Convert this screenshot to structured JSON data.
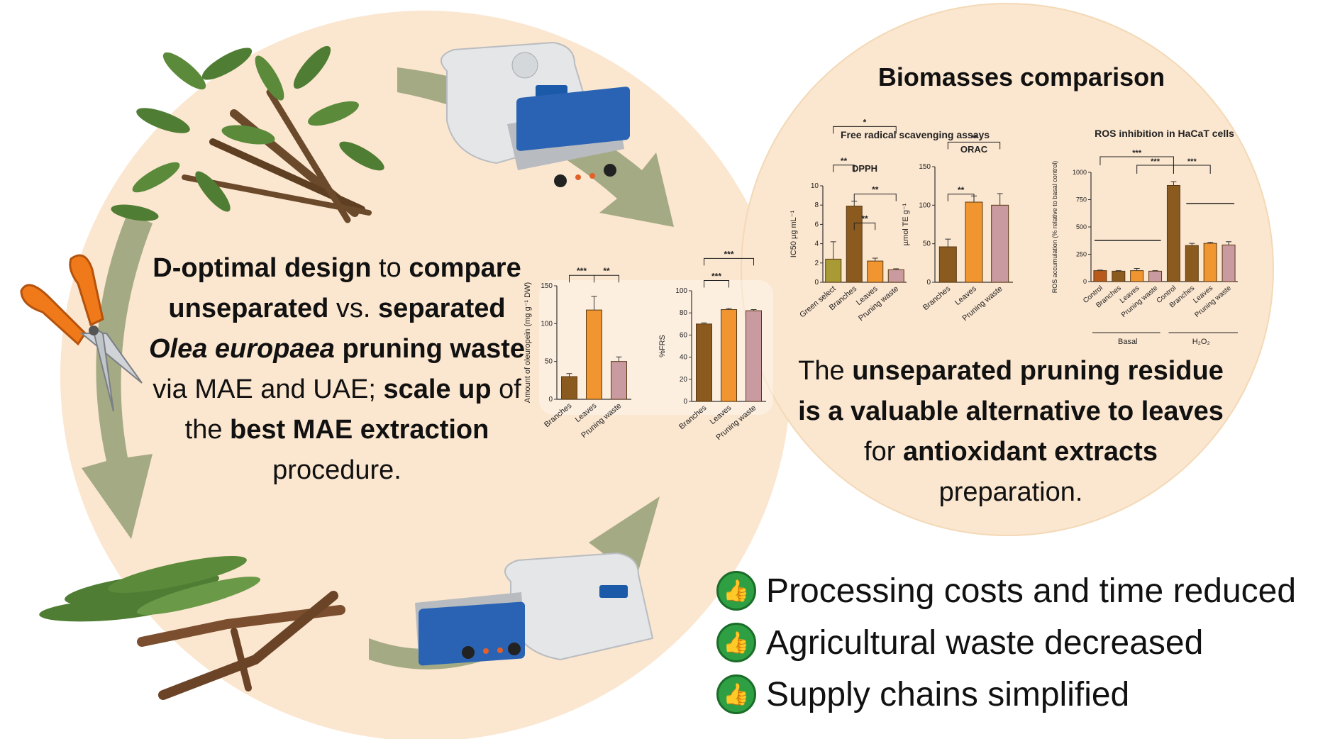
{
  "design": {
    "p1_b": "D-optimal design",
    "p1": " to ",
    "p2_b": "compare unseparated",
    "p2": " vs. ",
    "p3_b": "separated ",
    "p3_i": "Olea europaea",
    "p4_b": "pruning waste",
    "p4": " via MAE and UAE; ",
    "p5_b": "scale up",
    "p5": " of the ",
    "p6_b": "best MAE extraction",
    "p6": " procedure."
  },
  "biomasses_title": "Biomasses comparison",
  "conclusion": {
    "c1": "The ",
    "c1_b": "unseparated pruning residue is a valuable alternative to leaves",
    "c2": " for ",
    "c2_b": "antioxidant extracts",
    "c3": " preparation."
  },
  "benefits": [
    {
      "label": "Processing costs and time reduced",
      "icon": "thumbs-up-icon"
    },
    {
      "label": "Agricultural waste decreased",
      "icon": "thumbs-up-icon"
    },
    {
      "label": "Supply chains simplified",
      "icon": "thumbs-up-icon"
    }
  ],
  "colors": {
    "circle_bg": "#fbe6cf",
    "arrow": "#9aa37a",
    "branches": "#8b5a1e",
    "leaves": "#f0952f",
    "pruning": "#c99aa0",
    "green_select": "#a89a35",
    "control_basal": "#b85a1a"
  },
  "chart_data": [
    {
      "type": "bar",
      "group_title": "Free radical scavenging assays",
      "title": "DPPH",
      "ylabel": "IC50 µg mL⁻¹",
      "categories": [
        "Green select",
        "Branches",
        "Leaves",
        "Pruning waste"
      ],
      "values": [
        2.4,
        7.9,
        2.2,
        1.3
      ],
      "errors": [
        1.8,
        0.5,
        0.3,
        0.1
      ],
      "ylim": [
        0,
        10
      ],
      "yticks": [
        0,
        2,
        4,
        6,
        8,
        10
      ],
      "significance": [
        "*",
        "**",
        "**",
        "**"
      ]
    },
    {
      "type": "bar",
      "title": "ORAC",
      "ylabel": "µmol TE g⁻¹",
      "categories": [
        "Branches",
        "Leaves",
        "Pruning waste"
      ],
      "values": [
        46,
        104,
        100
      ],
      "errors": [
        10,
        8,
        15
      ],
      "ylim": [
        0,
        150
      ],
      "yticks": [
        0,
        50,
        100,
        150
      ],
      "significance": [
        "**",
        "**"
      ]
    },
    {
      "type": "bar",
      "title": "ROS inhibition in HaCaT cells",
      "ylabel": "ROS accumulation (% relative to basal control)",
      "categories": [
        "Control",
        "Branches",
        "Leaves",
        "Pruning waste",
        "Control",
        "Branches",
        "Leaves",
        "Pruning waste"
      ],
      "groups": [
        "Basal",
        "H₂O₂"
      ],
      "values": [
        100,
        95,
        100,
        95,
        880,
        330,
        350,
        335
      ],
      "errors": [
        5,
        5,
        20,
        5,
        35,
        20,
        10,
        30
      ],
      "ylim": [
        0,
        1000
      ],
      "yticks": [
        0,
        250,
        500,
        750,
        1000
      ],
      "significance": [
        "***",
        "***",
        "***"
      ]
    },
    {
      "type": "bar",
      "ylabel": "Amount of oleuropein (mg g⁻¹ DW)",
      "categories": [
        "Branches",
        "Leaves",
        "Pruning waste"
      ],
      "values": [
        30,
        118,
        50
      ],
      "errors": [
        4,
        18,
        6
      ],
      "ylim": [
        0,
        150
      ],
      "yticks": [
        0,
        50,
        100,
        150
      ],
      "significance": [
        "***",
        "**"
      ]
    },
    {
      "type": "bar",
      "ylabel": "%FRS",
      "categories": [
        "Branches",
        "Leaves",
        "Pruning waste"
      ],
      "values": [
        70,
        83,
        82
      ],
      "errors": [
        1,
        1,
        1
      ],
      "ylim": [
        0,
        100
      ],
      "yticks": [
        0,
        20,
        40,
        60,
        80,
        100
      ],
      "significance": [
        "***",
        "***"
      ]
    }
  ]
}
